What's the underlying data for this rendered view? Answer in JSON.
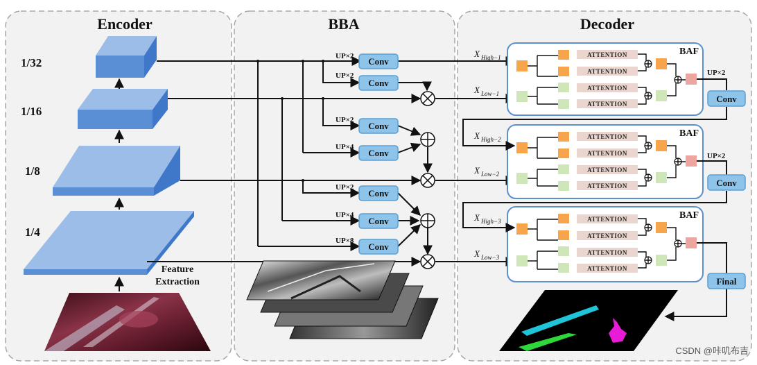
{
  "panels": {
    "encoder": "Encoder",
    "bba": "BBA",
    "decoder": "Decoder"
  },
  "encoder": {
    "scales": [
      "1/32",
      "1/16",
      "1/8",
      "1/4"
    ],
    "feature_extraction": [
      "Feature",
      "Extraction"
    ]
  },
  "bba": {
    "convs": [
      {
        "id": "c1",
        "up": "UP×2",
        "label": "Conv"
      },
      {
        "id": "c2",
        "up": "UP×2",
        "label": "Conv"
      },
      {
        "id": "c3",
        "up": "UP×2",
        "label": "Conv"
      },
      {
        "id": "c4",
        "up": "UP×4",
        "label": "Conv"
      },
      {
        "id": "c5",
        "up": "UP×2",
        "label": "Conv"
      },
      {
        "id": "c6",
        "up": "UP×4",
        "label": "Conv"
      },
      {
        "id": "c7",
        "up": "UP×8",
        "label": "Conv"
      }
    ]
  },
  "decoder": {
    "baf_label": "BAF",
    "attention_label": "ATTENTION",
    "x_main": "X",
    "x_subs": [
      "High−1",
      "Low−1",
      "High−2",
      "Low−2",
      "High−3",
      "Low−3"
    ],
    "side_up": "UP×2",
    "side_conv": "Conv",
    "final": "Final"
  },
  "watermark": "CSDN @咔叽布吉",
  "colors": {
    "slab_top": "#9cbde8",
    "slab_side": "#3f78c8",
    "slab_front": "#5a8fd6",
    "conv_fill": "#8ec4ea",
    "conv_stroke": "#5b9fd2",
    "baf_border": "#5b8fcf",
    "attention_fill": "#ead6ce",
    "orange_cube": "#f6a54c",
    "green_cube": "#cfe6b8",
    "pink_cube": "#eda5a0",
    "mask_cyan": "#1fc4d8",
    "mask_green": "#2ed83a",
    "mask_magenta": "#e81bd6"
  }
}
